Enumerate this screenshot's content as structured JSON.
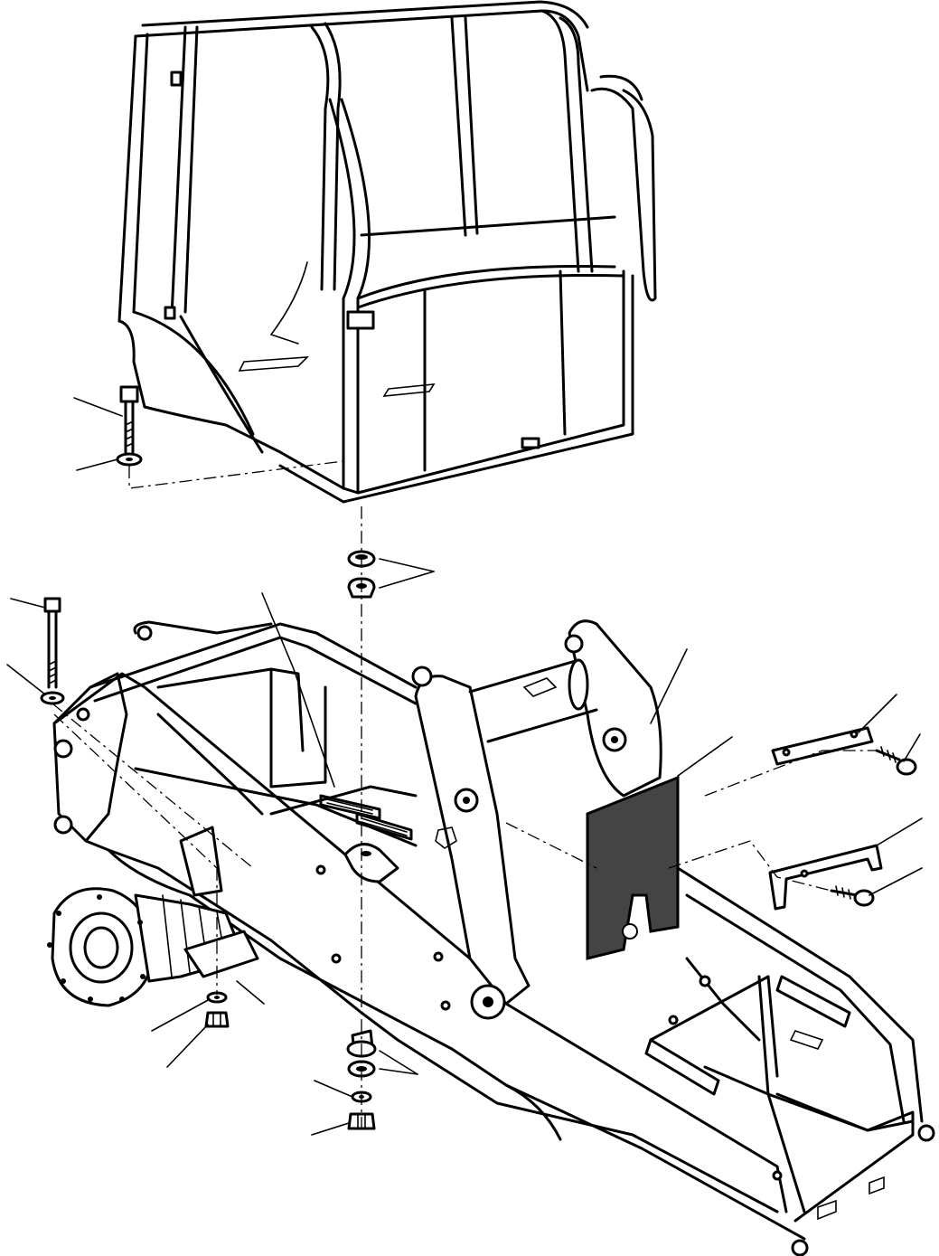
{
  "diagram": {
    "assemblies": [
      {
        "name": "cab",
        "icon": "cab-frame-icon"
      },
      {
        "name": "main-frame",
        "icon": "chassis-frame-icon"
      },
      {
        "name": "axle",
        "icon": "axle-hub-icon"
      }
    ],
    "parts": [
      "cab-bolt-icon",
      "cab-washer-icon",
      "upper-rubber-mount-icon",
      "long-bolt-icon",
      "long-bolt-washer-icon",
      "cover-plate-icon",
      "spacer-bar-icon",
      "spacer-bar-screw-icon",
      "u-bracket-icon",
      "u-bracket-screw-icon",
      "lower-rubber-mount-icon",
      "mount-washer-icon",
      "mount-nut-icon",
      "axle-washer-icon",
      "axle-nut-icon"
    ],
    "leader_lines": 16
  }
}
